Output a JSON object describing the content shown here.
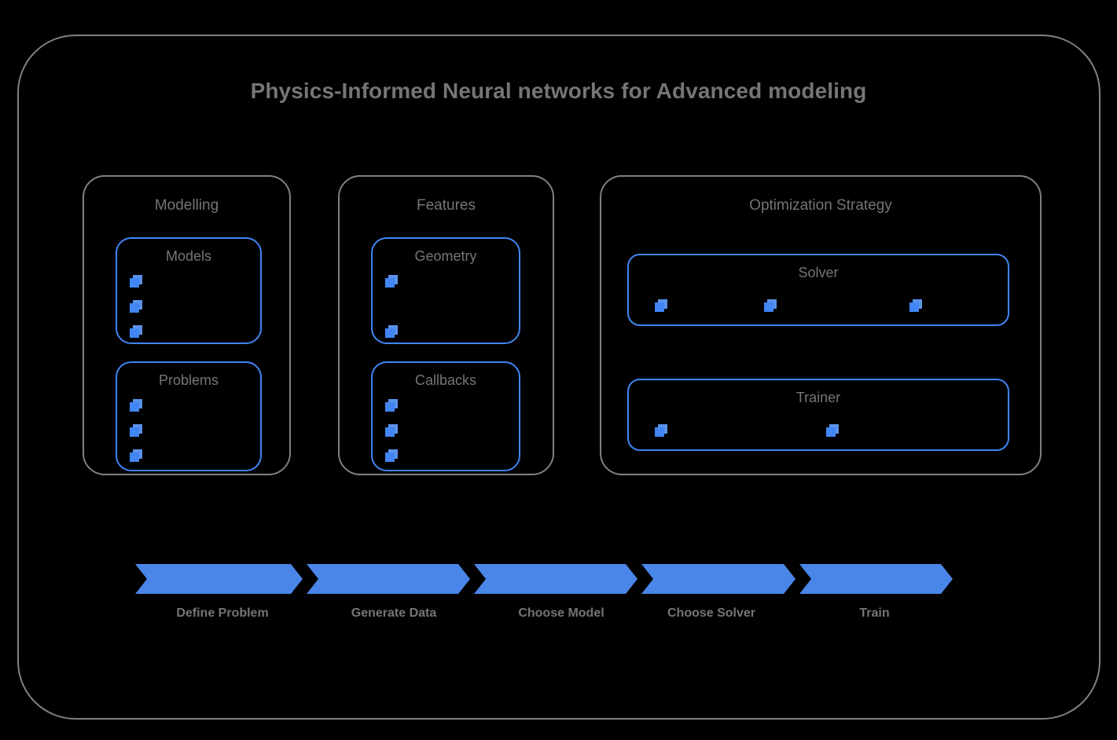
{
  "diagram": {
    "title": "Physics-Informed Neural networks for Advanced modeling",
    "colors": {
      "background": "#000000",
      "outline_gray": "#808080",
      "text_gray": "#757575",
      "accent_blue": "#4285f4",
      "arrow_blue": "#4a85e8"
    }
  },
  "groups": [
    {
      "id": "modelling",
      "title": "Modelling",
      "boxes": [
        {
          "id": "models",
          "title": "Models",
          "bullet_count": 3
        },
        {
          "id": "problems",
          "title": "Problems",
          "bullet_count": 3
        }
      ]
    },
    {
      "id": "features",
      "title": "Features",
      "boxes": [
        {
          "id": "geometry",
          "title": "Geometry",
          "bullet_count": 2
        },
        {
          "id": "callbacks",
          "title": "Callbacks",
          "bullet_count": 3
        }
      ]
    },
    {
      "id": "optimization",
      "title": "Optimization Strategy",
      "boxes": [
        {
          "id": "solver",
          "title": "Solver",
          "bullet_count": 3
        },
        {
          "id": "trainer",
          "title": "Trainer",
          "bullet_count": 2
        }
      ]
    }
  ],
  "flow": {
    "steps": [
      {
        "label": "Define Problem"
      },
      {
        "label": "Generate Data"
      },
      {
        "label": "Choose Model"
      },
      {
        "label": "Choose Solver"
      },
      {
        "label": "Train"
      }
    ]
  }
}
